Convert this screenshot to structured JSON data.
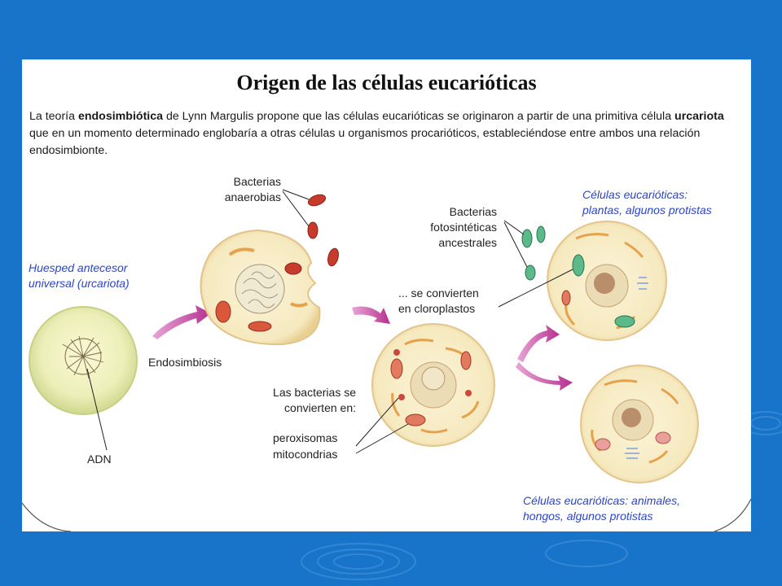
{
  "title": "Origen de las células eucarióticas",
  "intro": {
    "t1": "La teoría ",
    "b1": "endosimbiótica",
    "t2": " de Lynn Margulis propone que las células eucarióticas se originaron a partir de una primitiva célula ",
    "b2": "urcariota",
    "t3": " que en un momento determinado englobaría a otras células u organismos procarióticos, estableciéndose entre ambos una relación endosimbionte."
  },
  "labels": {
    "host_line1": "Huesped antecesor",
    "host_line2": "universal (urcariota)",
    "dna": "ADN",
    "endosymbiosis": "Endosimbiosis",
    "anaerobic_line1": "Bacterias",
    "anaerobic_line2": "anaerobias",
    "become_line1": "Las bacterias se",
    "become_line2": "convierten en:",
    "peroxisomes": "peroxisomas",
    "mitochondria": "mitocondrias",
    "photosynthetic_line1": "Bacterias",
    "photosynthetic_line2": "fotosintéticas",
    "photosynthetic_line3": "ancestrales",
    "chloroplast_line1": "... se convierten",
    "chloroplast_line2": "en cloroplastos",
    "plants_line1": "Células eucarióticas:",
    "plants_line2": "plantas, algunos protistas",
    "animals_line1": "Células eucarióticas: animales,",
    "animals_line2": "hongos, algunos protistas"
  },
  "colors": {
    "slide_background": "#1874c8",
    "panel": "#ffffff",
    "cell_fill": "#f8efc8",
    "cell_membrane": "#e6c28a",
    "organelle": "#e07a4a",
    "bacteria_red": "#c23a2c",
    "chloroplast": "#4caa7a",
    "nucleus": "#c7a07a",
    "arrow": "#c74fa3",
    "italic_label": "#2c44c8"
  }
}
